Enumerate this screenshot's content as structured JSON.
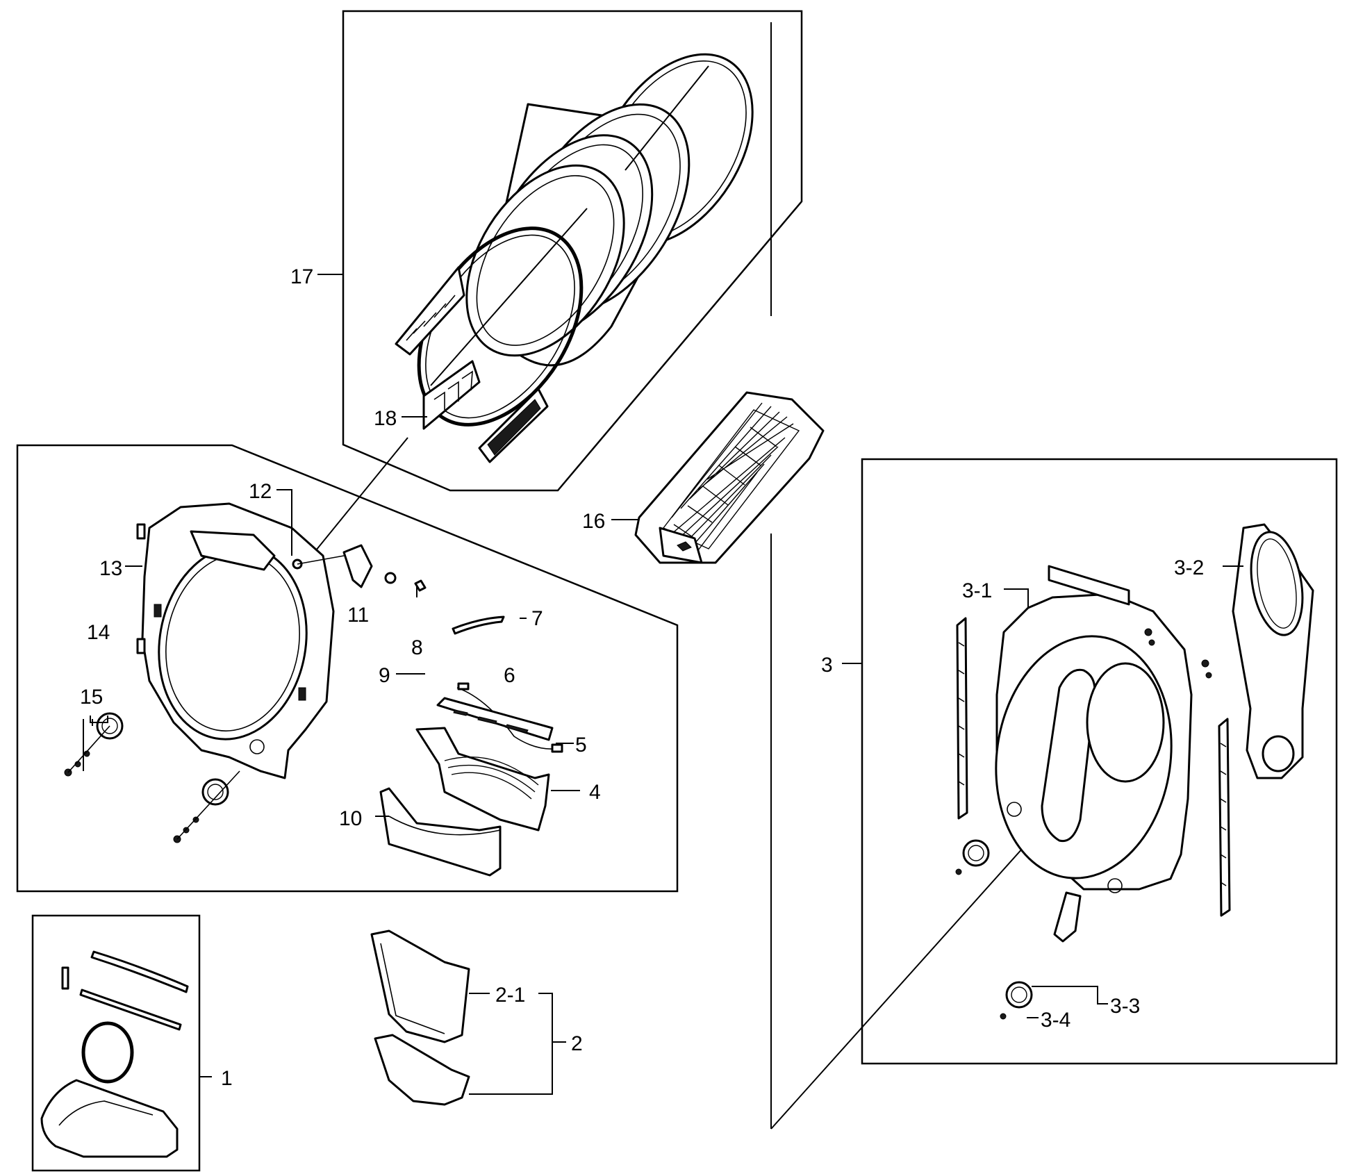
{
  "diagram": {
    "callouts": {
      "c1": "1",
      "c2": "2",
      "c2_1": "2-1",
      "c3": "3",
      "c3_1": "3-1",
      "c3_2": "3-2",
      "c3_3": "3-3",
      "c3_4": "3-4",
      "c4": "4",
      "c5": "5",
      "c6": "6",
      "c7": "7",
      "c8": "8",
      "c9": "9",
      "c10": "10",
      "c11": "11",
      "c12": "12",
      "c13": "13",
      "c14": "14",
      "c15": "15",
      "c16": "16",
      "c17": "17",
      "c18": "18"
    }
  }
}
